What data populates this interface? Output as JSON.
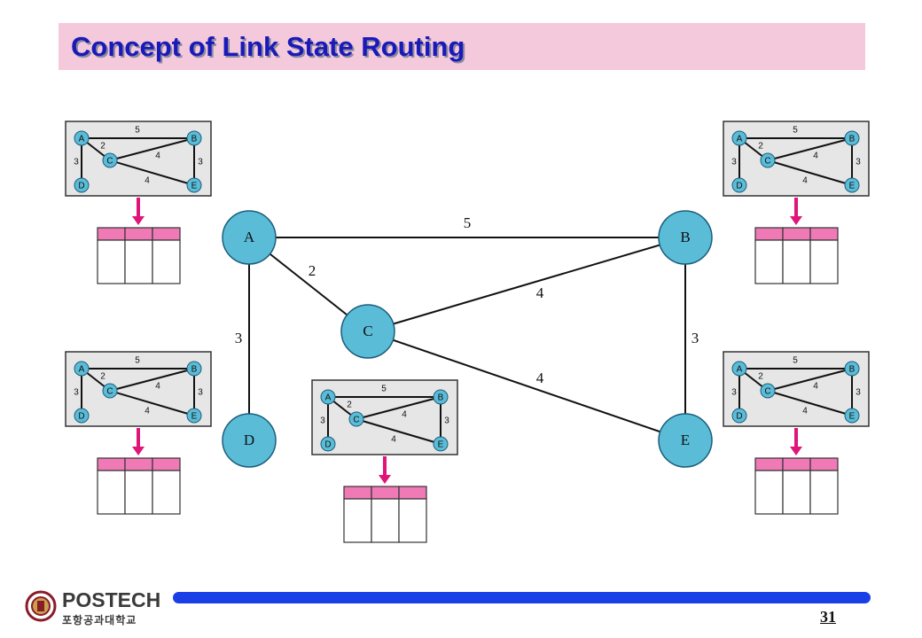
{
  "slide": {
    "title": "Concept of Link State Routing",
    "page_number": "31"
  },
  "logo": {
    "name": "POSTECH",
    "subtitle": "포항공과대학교"
  },
  "network": {
    "nodes": [
      {
        "id": "A",
        "label": "A"
      },
      {
        "id": "B",
        "label": "B"
      },
      {
        "id": "C",
        "label": "C"
      },
      {
        "id": "D",
        "label": "D"
      },
      {
        "id": "E",
        "label": "E"
      }
    ],
    "links": [
      {
        "from": "A",
        "to": "B",
        "cost": "5"
      },
      {
        "from": "A",
        "to": "C",
        "cost": "2"
      },
      {
        "from": "A",
        "to": "D",
        "cost": "3"
      },
      {
        "from": "C",
        "to": "B",
        "cost": "4"
      },
      {
        "from": "C",
        "to": "E",
        "cost": "4"
      },
      {
        "from": "B",
        "to": "E",
        "cost": "3"
      }
    ]
  },
  "topology_copies": [
    "A",
    "B",
    "D",
    "C",
    "E"
  ],
  "colors": {
    "node_fill": "#5bbcd8",
    "arrow": "#e0157a",
    "table_header": "#f07ab6",
    "title_background": "#f5c9dc",
    "title_text": "#1a1ab8",
    "footer_bar": "#1a3fe6"
  }
}
